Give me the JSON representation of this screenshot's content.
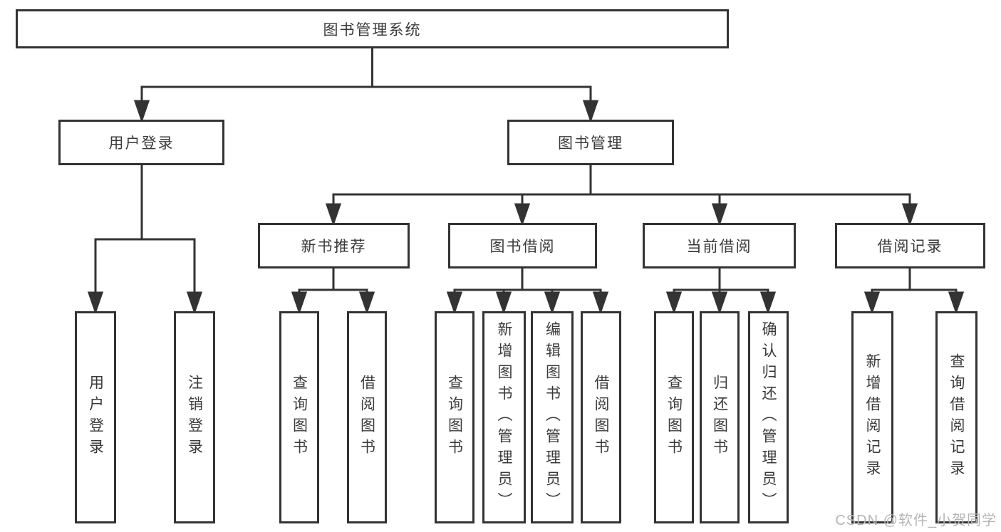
{
  "diagram": {
    "root": "图书管理系统",
    "level2": [
      "用户登录",
      "图书管理"
    ],
    "level3": [
      "新书推荐",
      "图书借阅",
      "当前借阅",
      "借阅记录"
    ],
    "leaves": {
      "user_login": [
        "用户登录",
        "注销登录"
      ],
      "new_book": [
        "查询图书",
        "借阅图书"
      ],
      "book_borrow": [
        "查询图书",
        "新增图书（管理员）",
        "编辑图书（管理员）",
        "借阅图书"
      ],
      "current_borrow": [
        "查询图书",
        "归还图书",
        "确认归还（管理员）"
      ],
      "borrow_record": [
        "新增借阅记录",
        "查询借阅记录"
      ]
    }
  },
  "watermark": "CSDN @软件_小贺同学",
  "colors": {
    "line": "#333333",
    "text": "#3a3a3a",
    "watermark": "#b5b5b5",
    "background": "#ffffff"
  }
}
